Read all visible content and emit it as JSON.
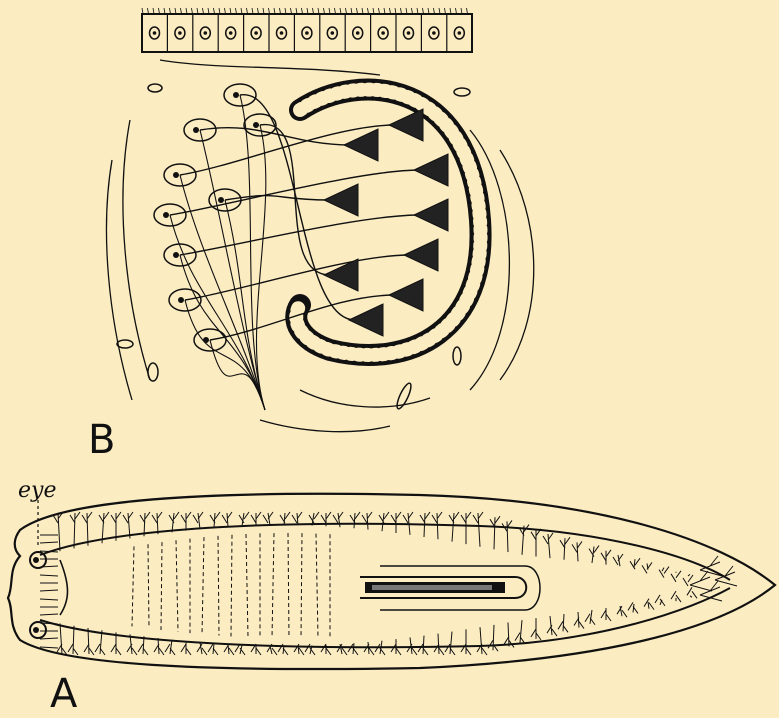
{
  "figure": {
    "background": "#fbecc2",
    "ink_color": "#111111",
    "panels": [
      {
        "id": "B",
        "letter": "B",
        "subject": "eye-cup-cross-section"
      },
      {
        "id": "A",
        "letter": "A",
        "subject": "flatworm-body-outline"
      }
    ],
    "labels": {
      "eye": "eye"
    }
  }
}
